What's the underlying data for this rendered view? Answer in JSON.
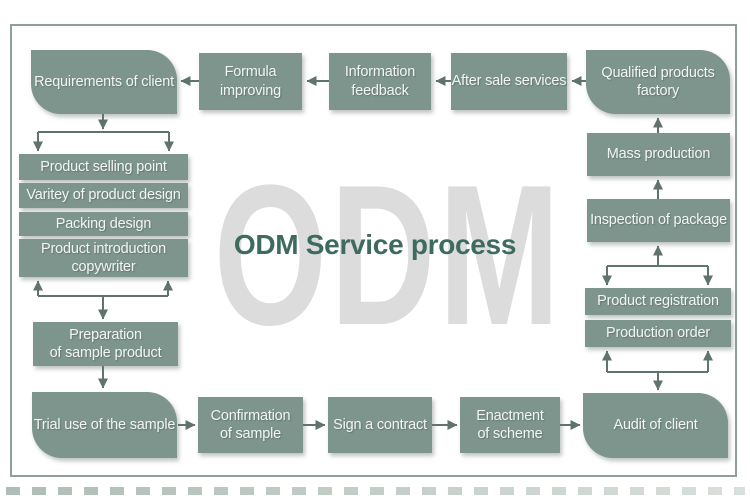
{
  "title": "ODM Service process",
  "watermark": "ODM",
  "nodes": {
    "requirements": "Requirements of client",
    "formula": "Formula\nimproving",
    "feedback": "Information\nfeedback",
    "after_sale": "After sale services",
    "qualified": "Qualified products\nfactory",
    "mass_production": "Mass production",
    "inspection": "Inspection of package",
    "registration": "Product registration",
    "production_order": "Production order",
    "audit": "Audit of client",
    "selling_point": "Product selling point",
    "variety": "Varitey of product design",
    "packing": "Packing design",
    "copywriter": "Product introduction\ncopywriter",
    "preparation": "Preparation\nof sample product",
    "trial": "Trial use of the sample",
    "confirmation": "Confirmation\nof sample",
    "contract": "Sign a contract",
    "enactment": "Enactment\nof scheme"
  },
  "edges": [
    "Qualified products factory -> After sale services",
    "After sale services -> Information feedback",
    "Information feedback -> Formula improving",
    "Formula improving -> Requirements of client",
    "Requirements of client -> product detail list (selling point / variety / packing / copywriter)",
    "product detail list <-> Preparation of sample product",
    "Preparation of sample product -> Trial use of the sample",
    "Trial use of the sample -> Confirmation of sample",
    "Confirmation of sample -> Sign a contract",
    "Sign a contract -> Enactment of scheme",
    "Enactment of scheme -> Audit of client",
    "Audit of client <-> Production order",
    "Product registration <-> Inspection of package",
    "Inspection of package -> Mass production",
    "Mass production -> Qualified products factory"
  ],
  "colors": {
    "node_fill": "#7d958d",
    "node_text": "#f3f5f4",
    "arrow": "#60736f",
    "title_text": "#3e6b5f",
    "watermark": "#dcdcdc",
    "frame_border": "#8da09a"
  }
}
